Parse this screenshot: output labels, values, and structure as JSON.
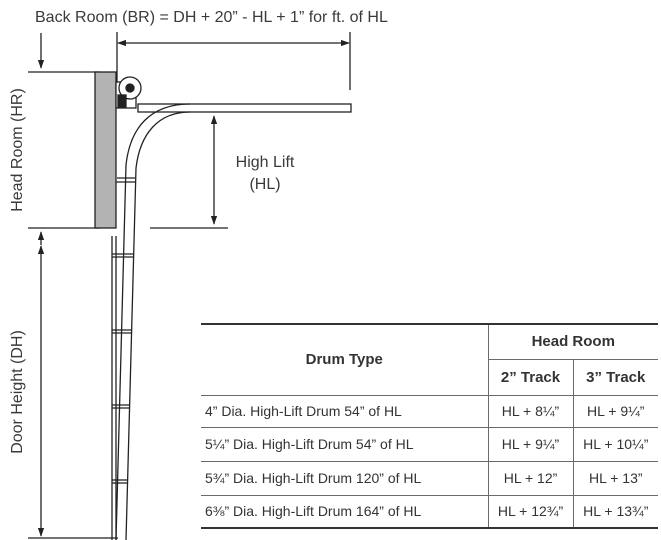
{
  "dimensions": {
    "back_room_formula": "Back Room (BR) = DH + 20” - HL + 1” for ft. of HL",
    "head_room_label": "Head Room (HR)",
    "door_height_label": "Door Height (DH)",
    "high_lift_label_line1": "High Lift",
    "high_lift_label_line2": "(HL)"
  },
  "table": {
    "drum_type_header": "Drum Type",
    "head_room_header": "Head Room",
    "track_headers": [
      "2” Track",
      "3” Track"
    ],
    "rows": [
      {
        "drum": "4” Dia. High-Lift Drum 54” of HL",
        "track2": "HL + 8¼”",
        "track3": "HL + 9¼”"
      },
      {
        "drum": "5¼” Dia. High-Lift Drum 54” of HL",
        "track2": "HL + 9¼”",
        "track3": "HL + 10¼”"
      },
      {
        "drum": "5¾” Dia. High-Lift Drum 120” of HL",
        "track2": "HL + 12”",
        "track3": "HL + 13”"
      },
      {
        "drum": "6⅜” Dia. High-Lift Drum 164” of HL",
        "track2": "HL + 12¾”",
        "track3": "HL + 13¾”"
      }
    ]
  },
  "colors": {
    "line": "#222222",
    "header_block": "#b3b3b3",
    "text": "#3a3a3a"
  }
}
